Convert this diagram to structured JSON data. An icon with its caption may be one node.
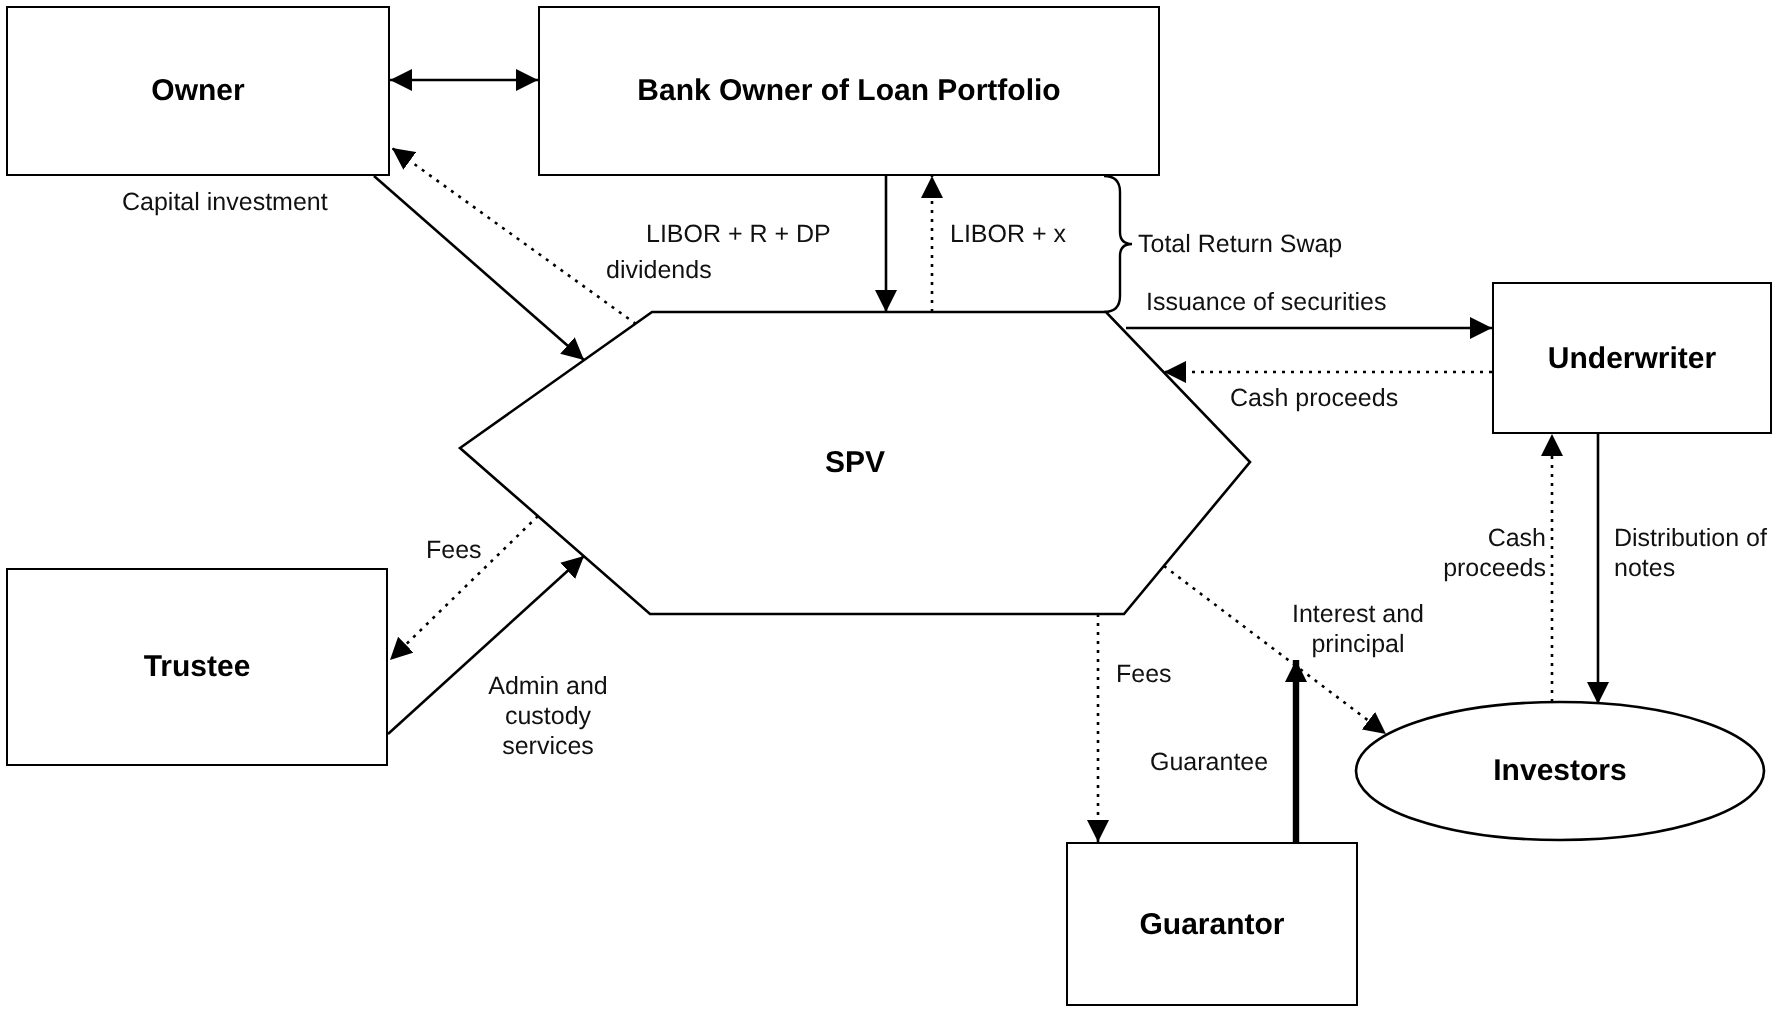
{
  "diagram": {
    "nodes": [
      {
        "text": [
          "Owner"
        ]
      },
      {
        "text": [
          "Bank Owner of Loan Portfolio"
        ]
      },
      {
        "text": [
          "SPV"
        ]
      },
      {
        "text": [
          "Underwriter"
        ]
      },
      {
        "text": [
          "Trustee"
        ]
      },
      {
        "text": [
          "Investors"
        ]
      },
      {
        "text": [
          "Guarantor"
        ]
      }
    ],
    "edges": [
      {
        "from": 0,
        "to": 1,
        "arrow": "both"
      },
      {
        "from": 0,
        "to": 2,
        "arrow": "to",
        "label": "Capital investment"
      },
      {
        "from": 2,
        "to": 0,
        "arrow": "to",
        "label": "dividends",
        "style": "dashed"
      },
      {
        "from": 1,
        "to": 2,
        "arrow": "to",
        "label": "LIBOR + R + DP"
      },
      {
        "from": 2,
        "to": 1,
        "arrow": "to",
        "label": "LIBOR + x",
        "style": "dashed"
      },
      {
        "from": 2,
        "to": 3,
        "arrow": "to",
        "label": "Issuance of securities"
      },
      {
        "from": 3,
        "to": 2,
        "arrow": "to",
        "label": "Cash proceeds",
        "style": "dashed"
      },
      {
        "from": 3,
        "to": 5,
        "arrow": "to",
        "label": "Distribution of notes"
      },
      {
        "from": 5,
        "to": 3,
        "arrow": "to",
        "label": "Cash proceeds",
        "style": "dashed"
      },
      {
        "from": 2,
        "to": 4,
        "arrow": "to",
        "label": "Fees",
        "style": "dashed"
      },
      {
        "from": 4,
        "to": 2,
        "arrow": "to",
        "label": "Admin and custody services"
      },
      {
        "from": 2,
        "to": 6,
        "arrow": "to",
        "label": "Fees",
        "style": "dashed"
      },
      {
        "from": 6,
        "to": null,
        "arrow": "to",
        "label": "Guarantee",
        "style": "thick"
      },
      {
        "from": 2,
        "to": 5,
        "arrow": "to",
        "label": "Interest and principal",
        "style": "dashed"
      }
    ],
    "labels": [
      "Total Return Swap"
    ]
  }
}
